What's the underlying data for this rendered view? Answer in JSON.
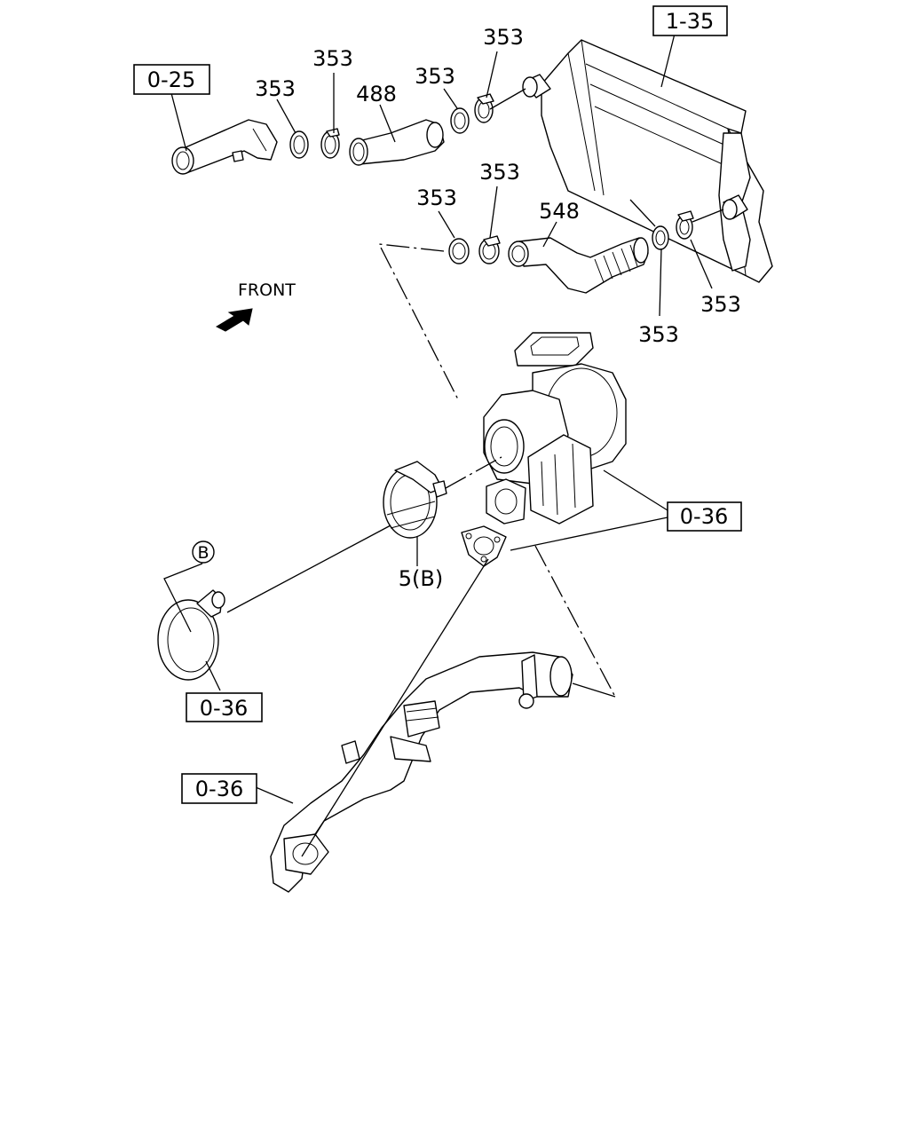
{
  "labels": {
    "ref_0_25": "0-25",
    "ref_1_35": "1-35",
    "ref_0_36_right": "0-36",
    "ref_0_36_left": "0-36",
    "ref_0_36_bottom": "0-36",
    "clamp_a": "353",
    "clamp_b": "353",
    "clamp_c": "353",
    "clamp_d": "353",
    "clamp_e": "353",
    "clamp_f": "353",
    "clamp_g": "353",
    "clamp_h": "353",
    "hose_upper": "488",
    "hose_lower": "548",
    "vband": "5(B)",
    "circle_b": "B",
    "front": "FRONT"
  }
}
